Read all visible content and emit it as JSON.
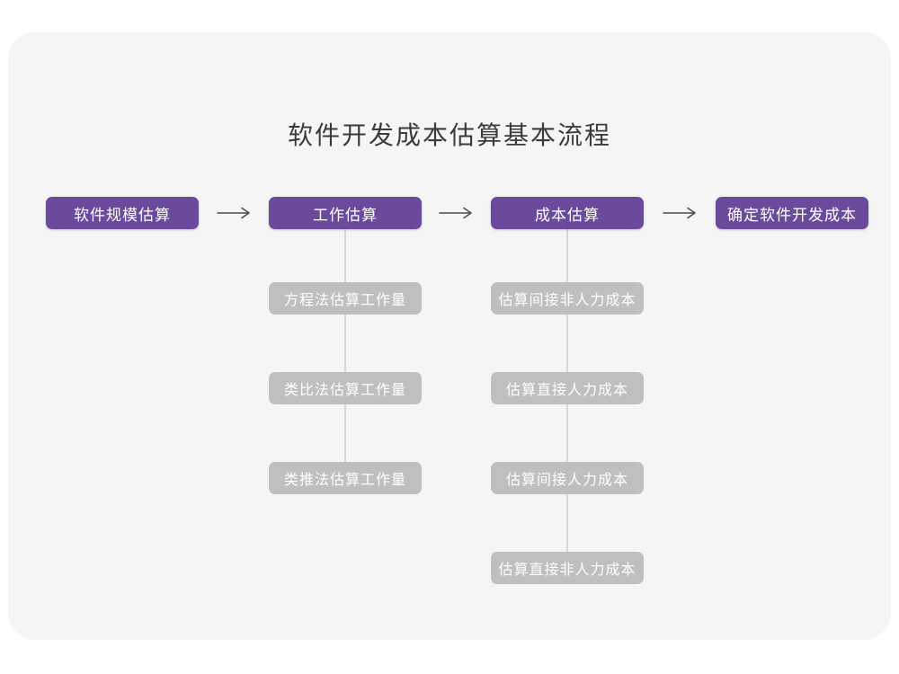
{
  "title": "软件开发成本估算基本流程",
  "colors": {
    "page_background": "#ffffff",
    "card_background": "#f5f5f6",
    "stage_box": "#6b4a9b",
    "child_box": "#bfbfbf",
    "box_text": "#ffffff",
    "title_text": "#3b3b3b",
    "connector_line": "#d6d6d6",
    "arrow": "#4d4d4d"
  },
  "flow": {
    "stages": [
      {
        "label": "软件规模估算",
        "children": []
      },
      {
        "label": "工作估算",
        "children": [
          "方程法估算工作量",
          "类比法估算工作量",
          "类推法估算工作量"
        ]
      },
      {
        "label": "成本估算",
        "children": [
          "估算间接非人力成本",
          "估算直接人力成本",
          "估算间接人力成本",
          "估算直接非人力成本"
        ]
      },
      {
        "label": "确定软件开发成本",
        "children": []
      }
    ]
  }
}
